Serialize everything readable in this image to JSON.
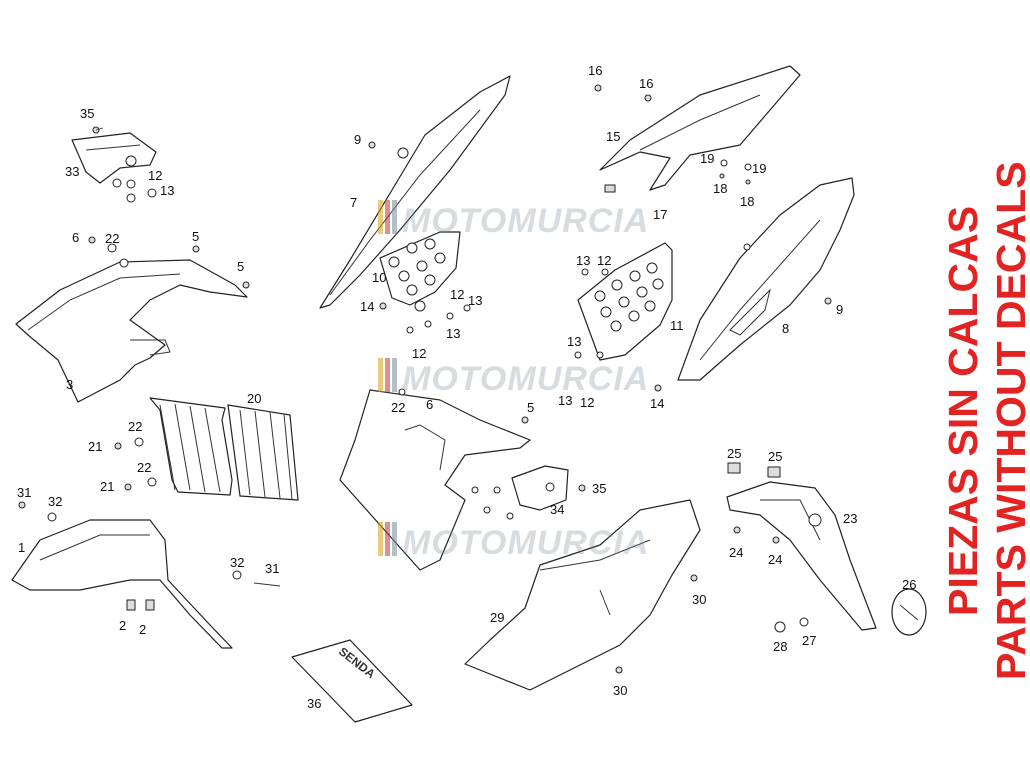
{
  "watermark": "MOTOMURCIA",
  "title_lines": [
    "PIEZAS SIN CALCAS",
    "PARTS WITHOUT DECALS"
  ],
  "title_color": "#e32222",
  "callouts": [
    "1",
    "2",
    "2",
    "3",
    "5",
    "5",
    "6",
    "6",
    "7",
    "8",
    "9",
    "9",
    "10",
    "11",
    "12",
    "12",
    "12",
    "12",
    "12",
    "13",
    "13",
    "13",
    "13",
    "13",
    "14",
    "14",
    "15",
    "16",
    "16",
    "17",
    "18",
    "18",
    "19",
    "19",
    "20",
    "21",
    "21",
    "22",
    "22",
    "22",
    "22",
    "23",
    "24",
    "24",
    "25",
    "25",
    "26",
    "27",
    "28",
    "29",
    "30",
    "30",
    "31",
    "31",
    "32",
    "32",
    "33",
    "34",
    "35",
    "35",
    "36"
  ],
  "leaflet_brand": "SENDA"
}
